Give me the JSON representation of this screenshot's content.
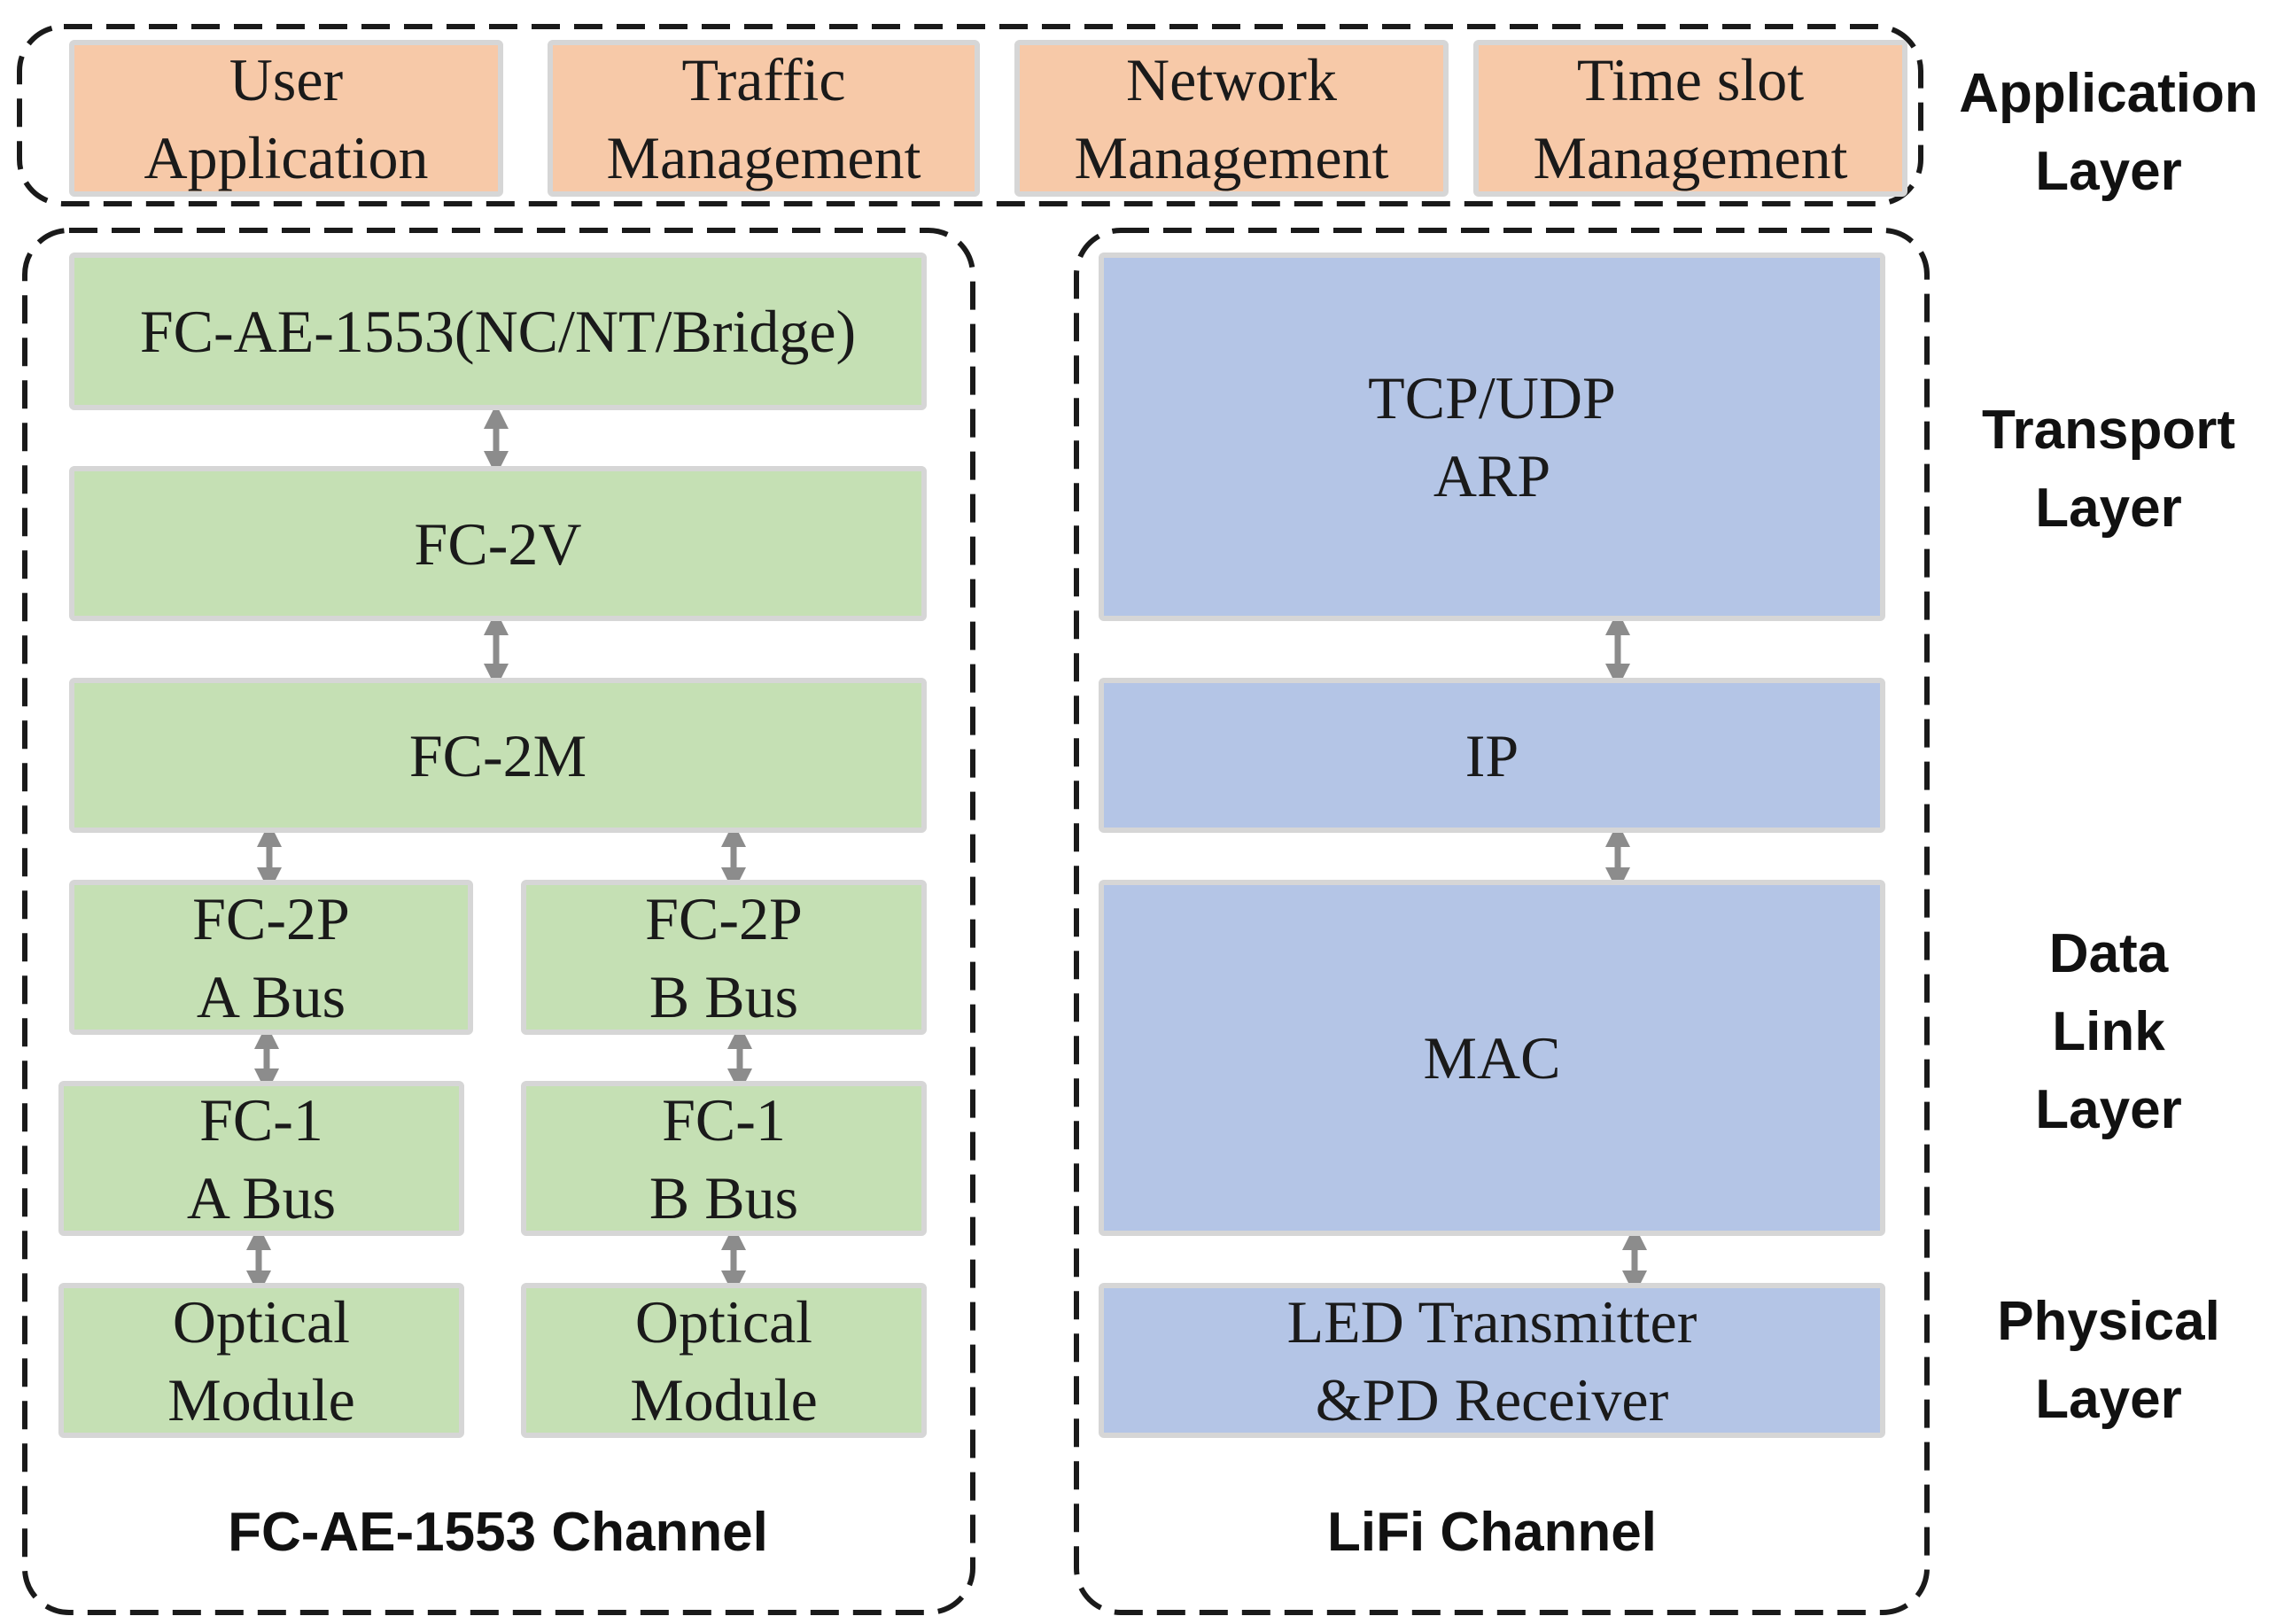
{
  "application_blocks": [
    {
      "line1": "User",
      "line2": "Application"
    },
    {
      "line1": "Traffic",
      "line2": "Management"
    },
    {
      "line1": "Network",
      "line2": "Management"
    },
    {
      "line1": "Time slot",
      "line2": "Management"
    }
  ],
  "fc_channel": {
    "title": "FC-AE-1553 Channel",
    "fc_ae_1553": "FC-AE-1553(NC/NT/Bridge)",
    "fc_2v": "FC-2V",
    "fc_2m": "FC-2M",
    "fc_2p_a": {
      "line1": "FC-2P",
      "line2": "A Bus"
    },
    "fc_2p_b": {
      "line1": "FC-2P",
      "line2": "B Bus"
    },
    "fc_1_a": {
      "line1": "FC-1",
      "line2": "A Bus"
    },
    "fc_1_b": {
      "line1": "FC-1",
      "line2": "B Bus"
    },
    "optical_a": {
      "line1": "Optical",
      "line2": "Module"
    },
    "optical_b": {
      "line1": "Optical",
      "line2": "Module"
    }
  },
  "lifi_channel": {
    "title": "LiFi Channel",
    "tcp_udp": {
      "line1": "TCP/UDP",
      "line2": "ARP"
    },
    "ip": "IP",
    "mac": "MAC",
    "led": {
      "line1": "LED Transmitter",
      "line2": "&PD Receiver"
    }
  },
  "layers": {
    "application": {
      "line1": "Application",
      "line2": "Layer"
    },
    "transport": {
      "line1": "Transport",
      "line2": "Layer"
    },
    "data_link": {
      "line1": "Data",
      "line2": "Link",
      "line3": "Layer"
    },
    "physical": {
      "line1": "Physical",
      "line2": "Layer"
    }
  },
  "colors": {
    "application": "#f7c9a8",
    "fc_channel": "#c5e0b4",
    "lifi_channel": "#b4c5e6",
    "arrow": "#8c8c8c",
    "dashed_border": "#1a1a1a"
  }
}
